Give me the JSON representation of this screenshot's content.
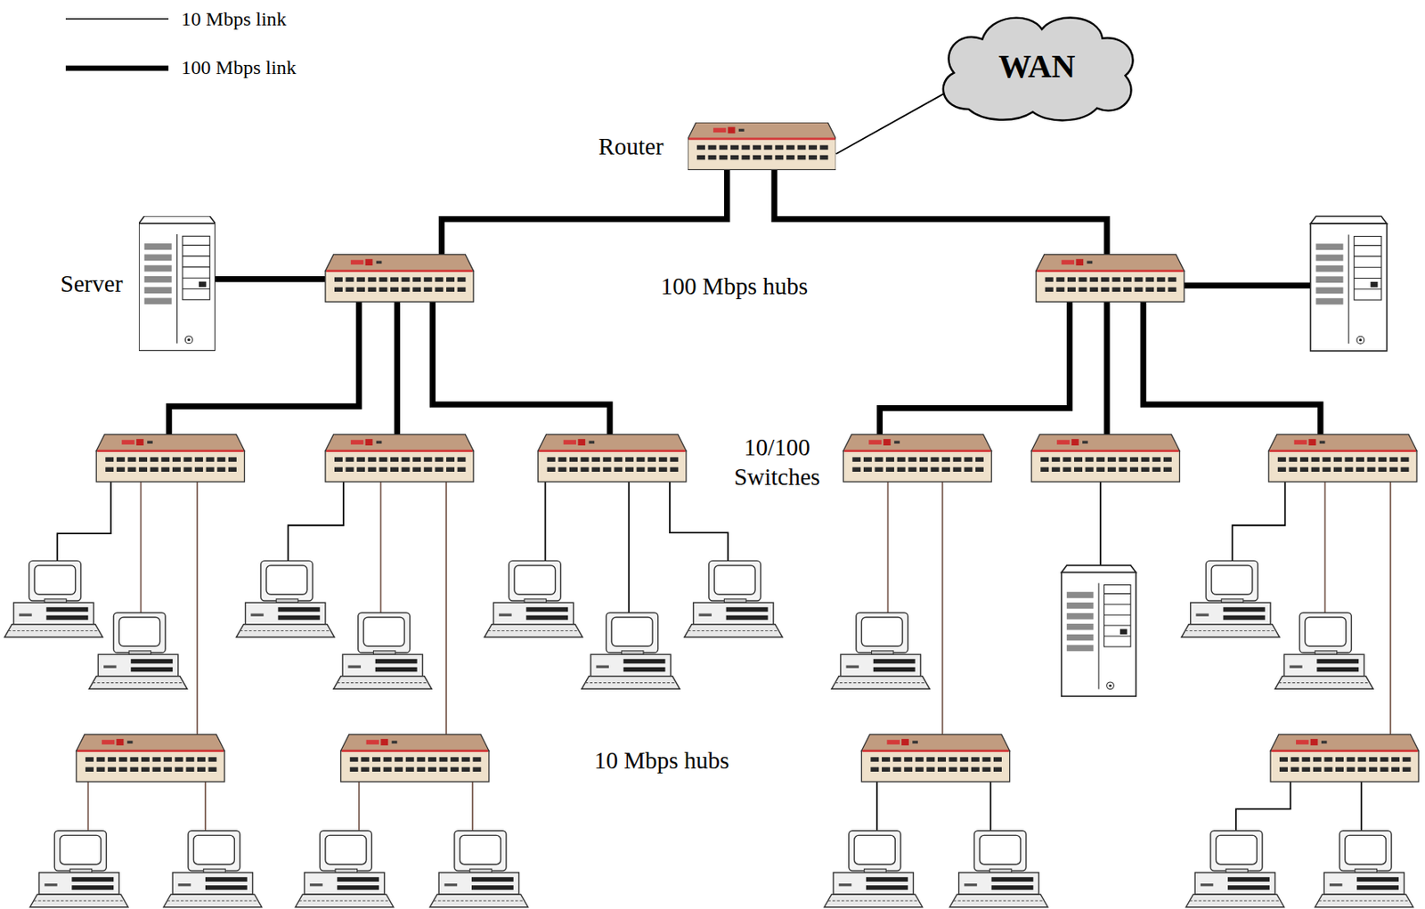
{
  "diagram": {
    "nodes": [
      {
        "text": [
          "WAN"
        ]
      },
      {
        "text": [
          "Router"
        ]
      },
      {
        "text": [
          "Server"
        ]
      }
    ],
    "edges": [
      {
        "from": 1,
        "to": 0,
        "arrow": "none"
      }
    ],
    "labels": [
      "100 Mbps hubs",
      "10/100 Switches",
      "10 Mbps hubs"
    ],
    "legend": [
      {
        "text": "10 Mbps link"
      },
      {
        "text": "100 Mbps link"
      }
    ]
  }
}
